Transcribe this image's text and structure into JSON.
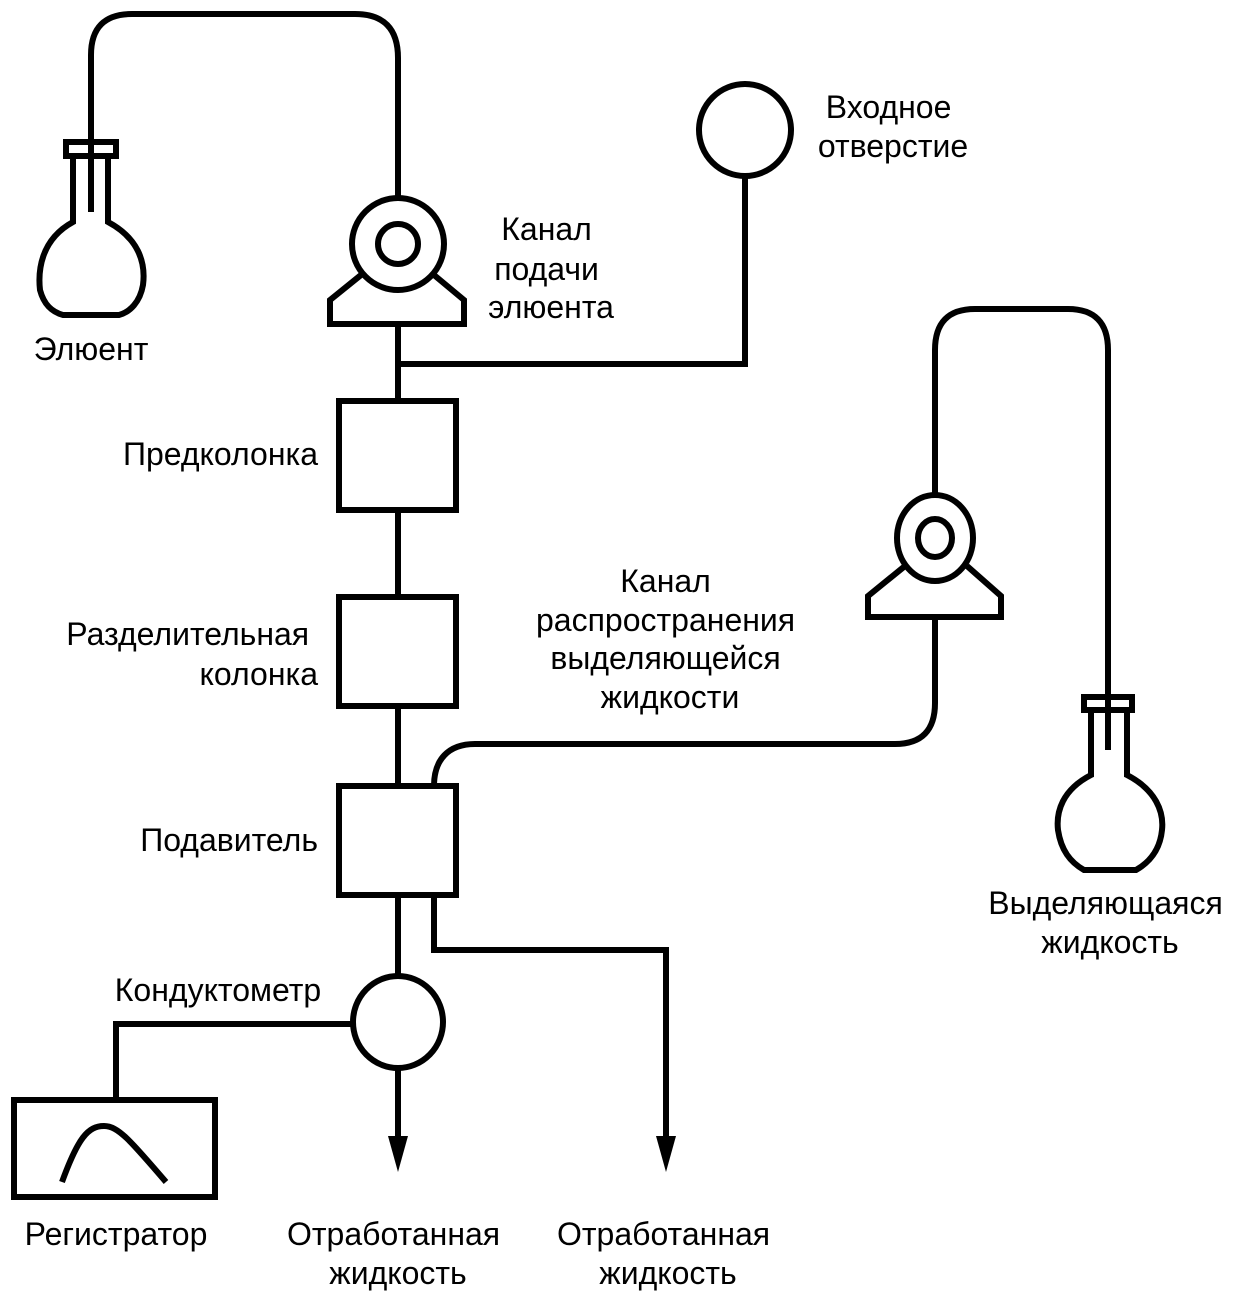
{
  "diagram": {
    "title": "Ion chromatography system schematic",
    "labels": {
      "eluent": [
        "Элюент"
      ],
      "eluent_pump": [
        "Канал",
        "подачи",
        "элюента"
      ],
      "inlet": [
        "Входное",
        "отверстие"
      ],
      "precolumn": [
        "Предколонка"
      ],
      "separation_column": [
        "Разделительная",
        "колонка"
      ],
      "regenerant_pump": [
        "Канал",
        "распространения",
        "выделяющейся",
        "жидкости"
      ],
      "suppressor": [
        "Подавитель"
      ],
      "regenerant": [
        "Выделяющаяся",
        "жидкость"
      ],
      "conductometer": [
        "Кондуктометр"
      ],
      "recorder": [
        "Регистратор"
      ],
      "waste_1": [
        "Отработанная",
        "жидкость"
      ],
      "waste_2": [
        "Отработанная",
        "жидкость"
      ]
    },
    "colors": {
      "stroke": "#000000",
      "background": "#ffffff"
    }
  }
}
